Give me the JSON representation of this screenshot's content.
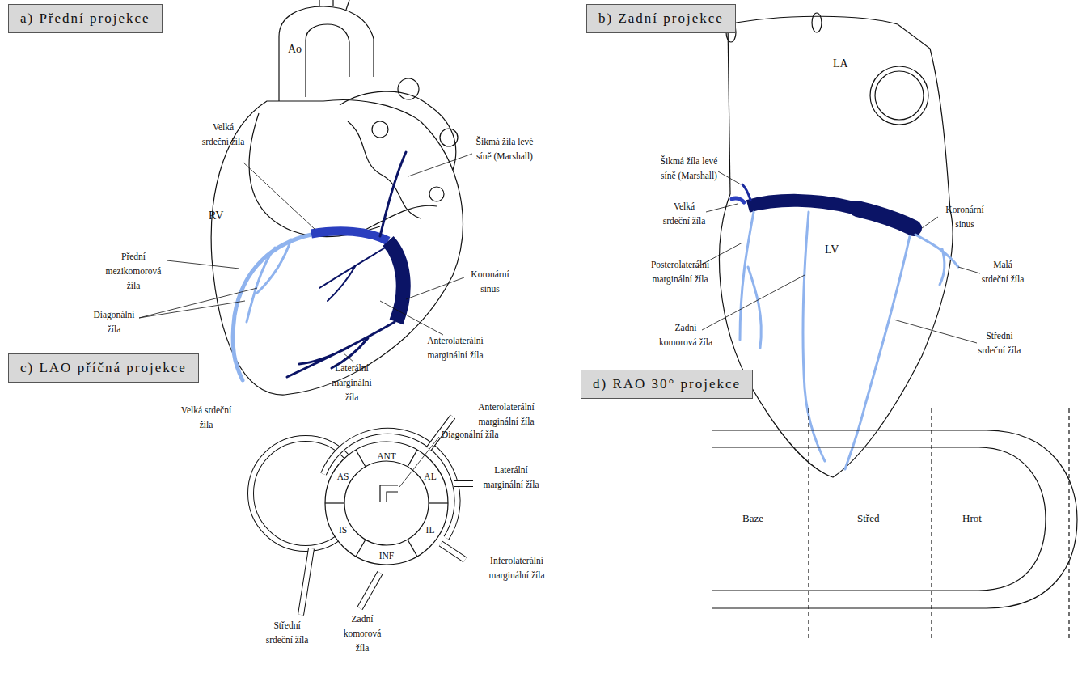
{
  "diagram": {
    "nodes": [
      {
        "text": [
          "a) Přední projekce"
        ]
      },
      {
        "text": [
          "b) Zadní projekce"
        ]
      },
      {
        "text": [
          "c) LAO příčná projekce"
        ]
      },
      {
        "text": [
          "d) RAO 30° projekce"
        ]
      }
    ],
    "labels": [
      "Ao",
      "RV",
      "Velká srdeční žíla",
      "Šikmá žíla levé síně (Marshall)",
      "Přední mezikomorová žíla",
      "Diagonální žíla",
      "Koronární sinus",
      "Anterolaterální marginální žíla",
      "Laterální marginální žíla",
      "LA",
      "Šikmá žíla levé síně (Marshall)",
      "Velká srdeční žíla",
      "Koronární sinus",
      "Posterolaterální marginální žíla",
      "LV",
      "Malá srdeční žíla",
      "Zadní komorová žíla",
      "Střední srdeční žíla",
      "Velká srdeční žíla",
      "Anterolaterální marginální žíla",
      "Diagonální žíla",
      "ANT",
      "AL",
      "AS",
      "IS",
      "IL",
      "INF",
      "Laterální marginální žíla",
      "Inferolaterální marginální žíla",
      "Střední srdeční žíla",
      "Zadní komorová žíla",
      "Baze",
      "Střed",
      "Hrot"
    ]
  }
}
